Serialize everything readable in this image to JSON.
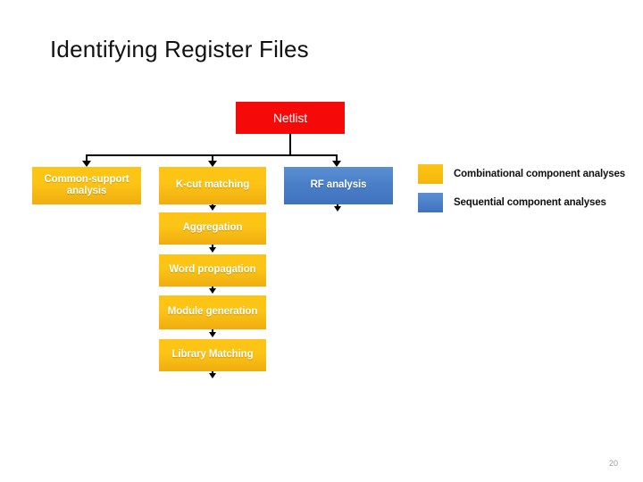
{
  "slide": {
    "title": "Identifying Register Files",
    "page_number": "20",
    "background_color": "#ffffff"
  },
  "colors": {
    "root_node": "#f60a09",
    "combinational": "#fdc413",
    "sequential": "#4a7fc8",
    "connector": "#000000",
    "title_text": "#111111",
    "page_number_text": "#9a9a9a"
  },
  "flowchart": {
    "type": "flow-diagram",
    "root": {
      "id": "netlist",
      "label": "Netlist",
      "category": "root",
      "color": "#f60a09"
    },
    "nodes": [
      {
        "id": "common-support-analysis",
        "label": "Common-support analysis",
        "category": "combinational",
        "color": "#fdc413"
      },
      {
        "id": "k-cut-matching",
        "label": "K-cut matching",
        "category": "combinational",
        "color": "#fdc413"
      },
      {
        "id": "rf-analysis",
        "label": "RF analysis",
        "category": "sequential",
        "color": "#4a7fc8"
      },
      {
        "id": "aggregation",
        "label": "Aggregation",
        "category": "combinational",
        "color": "#fdc413"
      },
      {
        "id": "word-propagation",
        "label": "Word propagation",
        "category": "combinational",
        "color": "#fdc413"
      },
      {
        "id": "module-generation",
        "label": "Module generation",
        "category": "combinational",
        "color": "#fdc413"
      },
      {
        "id": "library-matching",
        "label": "Library Matching",
        "category": "combinational",
        "color": "#fdc413"
      }
    ],
    "edges": [
      {
        "from": "netlist",
        "to": "common-support-analysis"
      },
      {
        "from": "netlist",
        "to": "k-cut-matching"
      },
      {
        "from": "netlist",
        "to": "rf-analysis"
      },
      {
        "from": "k-cut-matching",
        "to": "aggregation"
      },
      {
        "from": "aggregation",
        "to": "word-propagation"
      },
      {
        "from": "word-propagation",
        "to": "module-generation"
      },
      {
        "from": "module-generation",
        "to": "library-matching"
      },
      {
        "from": "library-matching",
        "to": "output"
      },
      {
        "from": "rf-analysis",
        "to": "output"
      }
    ]
  },
  "legend": {
    "items": [
      {
        "swatch": "yellow",
        "color": "#fdc413",
        "label": "Combinational component analyses"
      },
      {
        "swatch": "blue",
        "color": "#4a7fc8",
        "label": "Sequential component analyses"
      }
    ]
  }
}
